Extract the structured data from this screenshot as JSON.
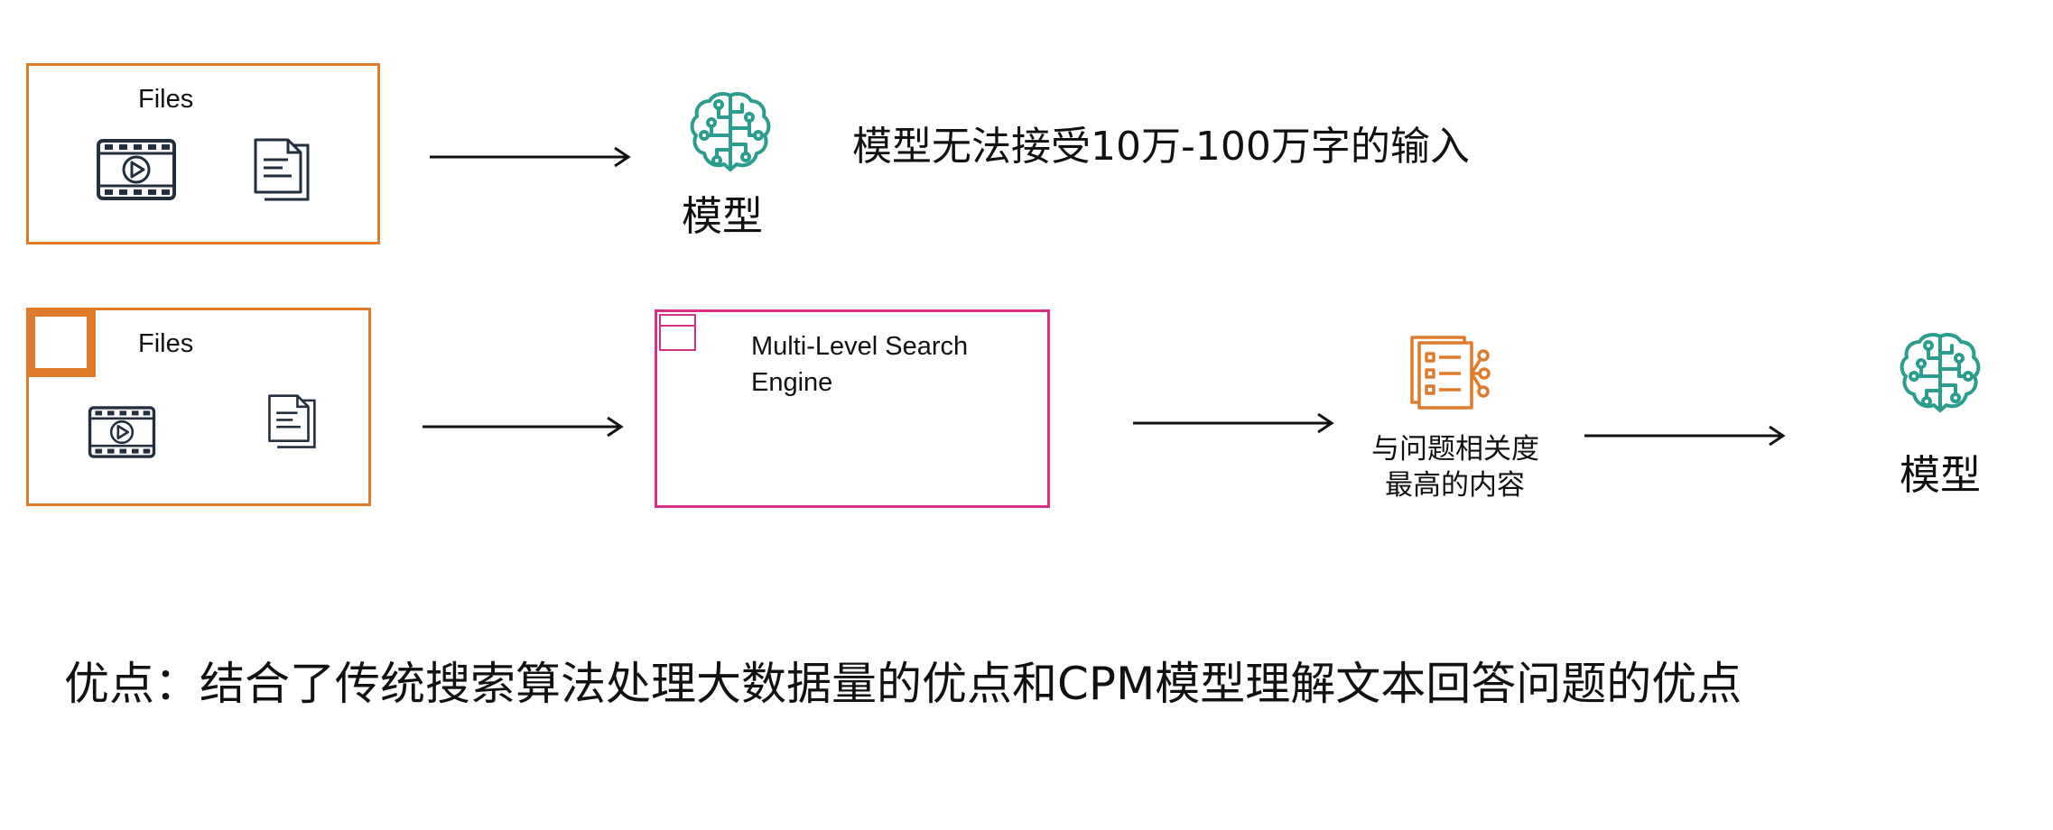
{
  "row1": {
    "files_label": "Files",
    "model_label": "模型",
    "note": "模型无法接受10万-100万字的输入"
  },
  "row2": {
    "files_label": "Files",
    "engine_label_line1": "Multi-Level Search",
    "engine_label_line2": "Engine",
    "relevant_line1": "与问题相关度",
    "relevant_line2": "最高的内容",
    "model_label": "模型"
  },
  "summary": "优点：结合了传统搜索算法处理大数据量的优点和CPM模型理解文本回答问题的优点",
  "colors": {
    "files_border": "#e07b2b",
    "engine_border": "#d62f84",
    "model_icon": "#2a9d8f",
    "content_icon": "#e07b2b",
    "media_icon": "#232f3e"
  },
  "icons": [
    "video-file-icon",
    "document-icon",
    "brain-model-icon",
    "content-list-icon"
  ]
}
